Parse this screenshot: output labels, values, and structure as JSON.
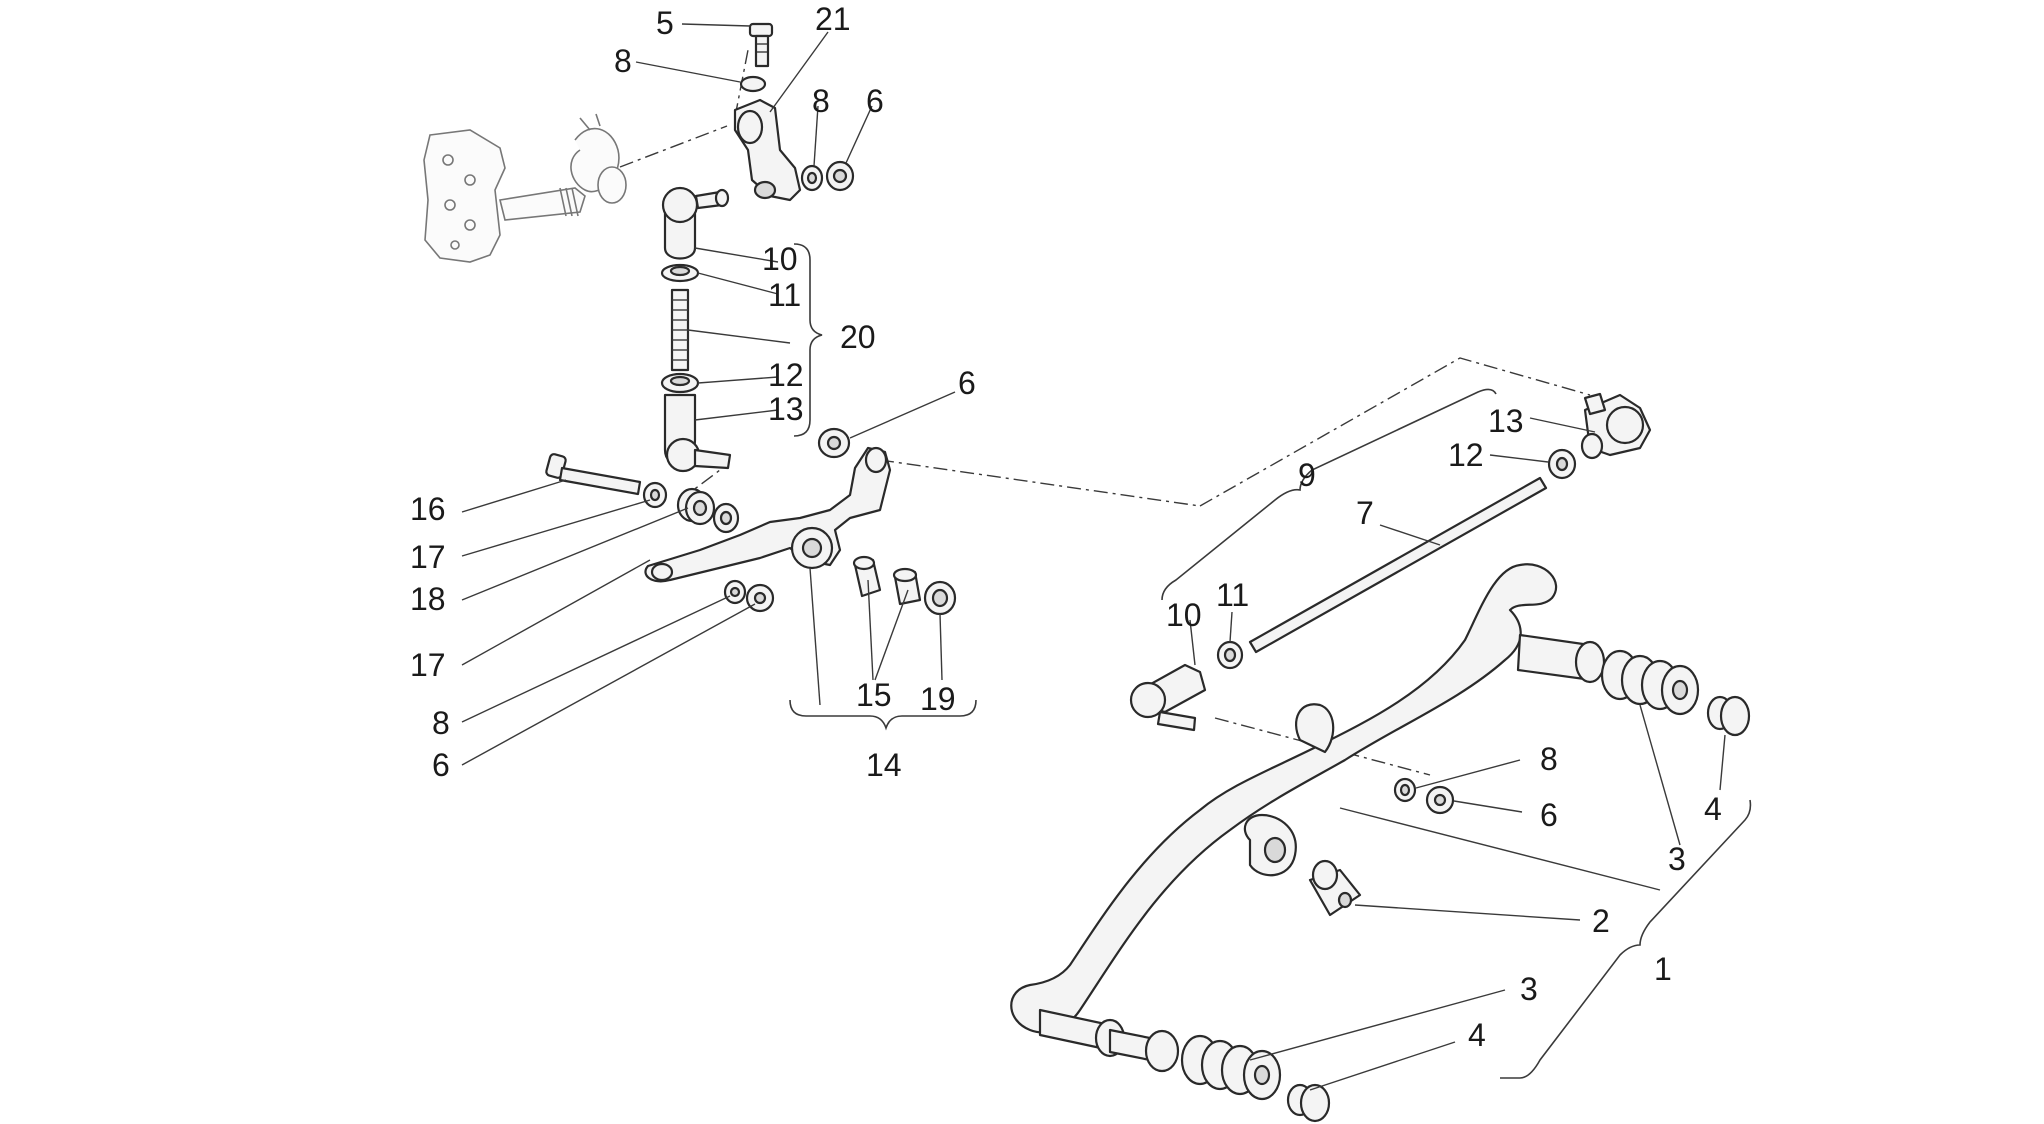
{
  "callouts": {
    "c5": "5",
    "c21": "21",
    "c8a": "8",
    "c8b": "8",
    "c6a": "6",
    "c10a": "10",
    "c11a": "11",
    "c20": "20",
    "c12a": "12",
    "c13a": "13",
    "c6b": "6",
    "c16": "16",
    "c17a": "17",
    "c18": "18",
    "c17b": "17",
    "c8c": "8",
    "c6c": "6",
    "c15": "15",
    "c19": "19",
    "c14": "14",
    "c9": "9",
    "c13b": "13",
    "c12b": "12",
    "c7": "7",
    "c10b": "10",
    "c11b": "11",
    "c8d": "8",
    "c6d": "6",
    "c3a": "3",
    "c4a": "4",
    "c2": "2",
    "c1": "1",
    "c3b": "3",
    "c4b": "4"
  }
}
